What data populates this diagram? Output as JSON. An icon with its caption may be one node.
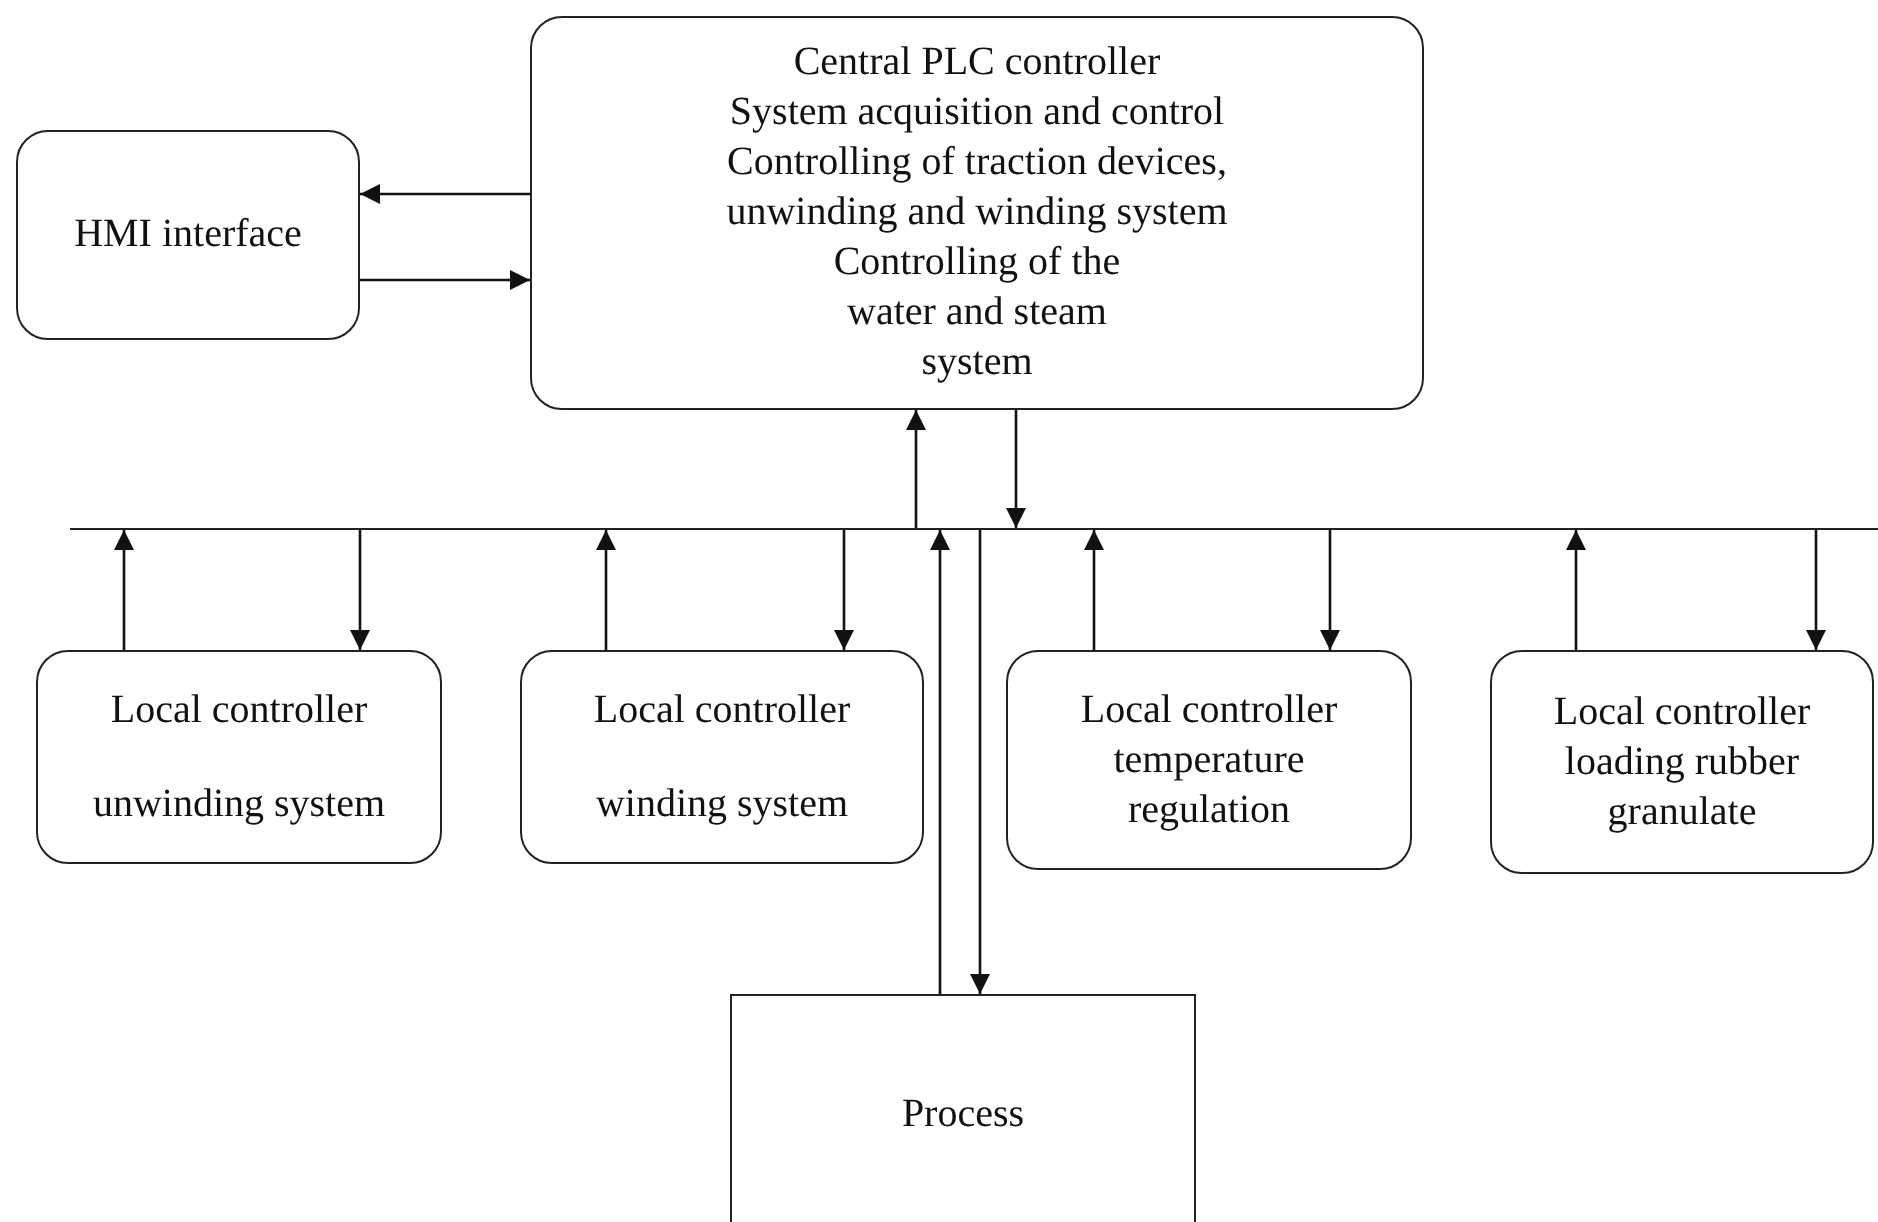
{
  "diagram": {
    "nodes": [
      {
        "text": [
          "Central PLC controller",
          "System acquisition and control",
          "Controlling of traction devices, unwinding and winding system",
          "Controlling of the water and steam system"
        ]
      },
      {
        "text": [
          "HMI interface"
        ]
      },
      {
        "text": [],
        "shape": "bar"
      },
      {
        "text": [
          "Local controller",
          "unwinding system"
        ]
      },
      {
        "text": [
          "Local controller",
          "winding system"
        ]
      },
      {
        "text": [
          "Local controller",
          "temperature regulation"
        ]
      },
      {
        "text": [
          "Local controller",
          "loading rubber granulate"
        ]
      },
      {
        "text": [
          "Process"
        ]
      }
    ],
    "edges": [
      {
        "from": 0,
        "to": 1,
        "arrow": "to"
      },
      {
        "from": 1,
        "to": 0,
        "arrow": "to"
      },
      {
        "from": 2,
        "to": 0,
        "arrow": "to"
      },
      {
        "from": 0,
        "to": 2,
        "arrow": "to"
      },
      {
        "from": 3,
        "to": 2,
        "arrow": "to"
      },
      {
        "from": 2,
        "to": 3,
        "arrow": "to"
      },
      {
        "from": 4,
        "to": 2,
        "arrow": "to"
      },
      {
        "from": 2,
        "to": 4,
        "arrow": "to"
      },
      {
        "from": 5,
        "to": 2,
        "arrow": "to"
      },
      {
        "from": 2,
        "to": 5,
        "arrow": "to"
      },
      {
        "from": 6,
        "to": 2,
        "arrow": "to"
      },
      {
        "from": 2,
        "to": 6,
        "arrow": "to"
      },
      {
        "from": 7,
        "to": 2,
        "arrow": "to"
      },
      {
        "from": 2,
        "to": 7,
        "arrow": "to"
      }
    ]
  }
}
